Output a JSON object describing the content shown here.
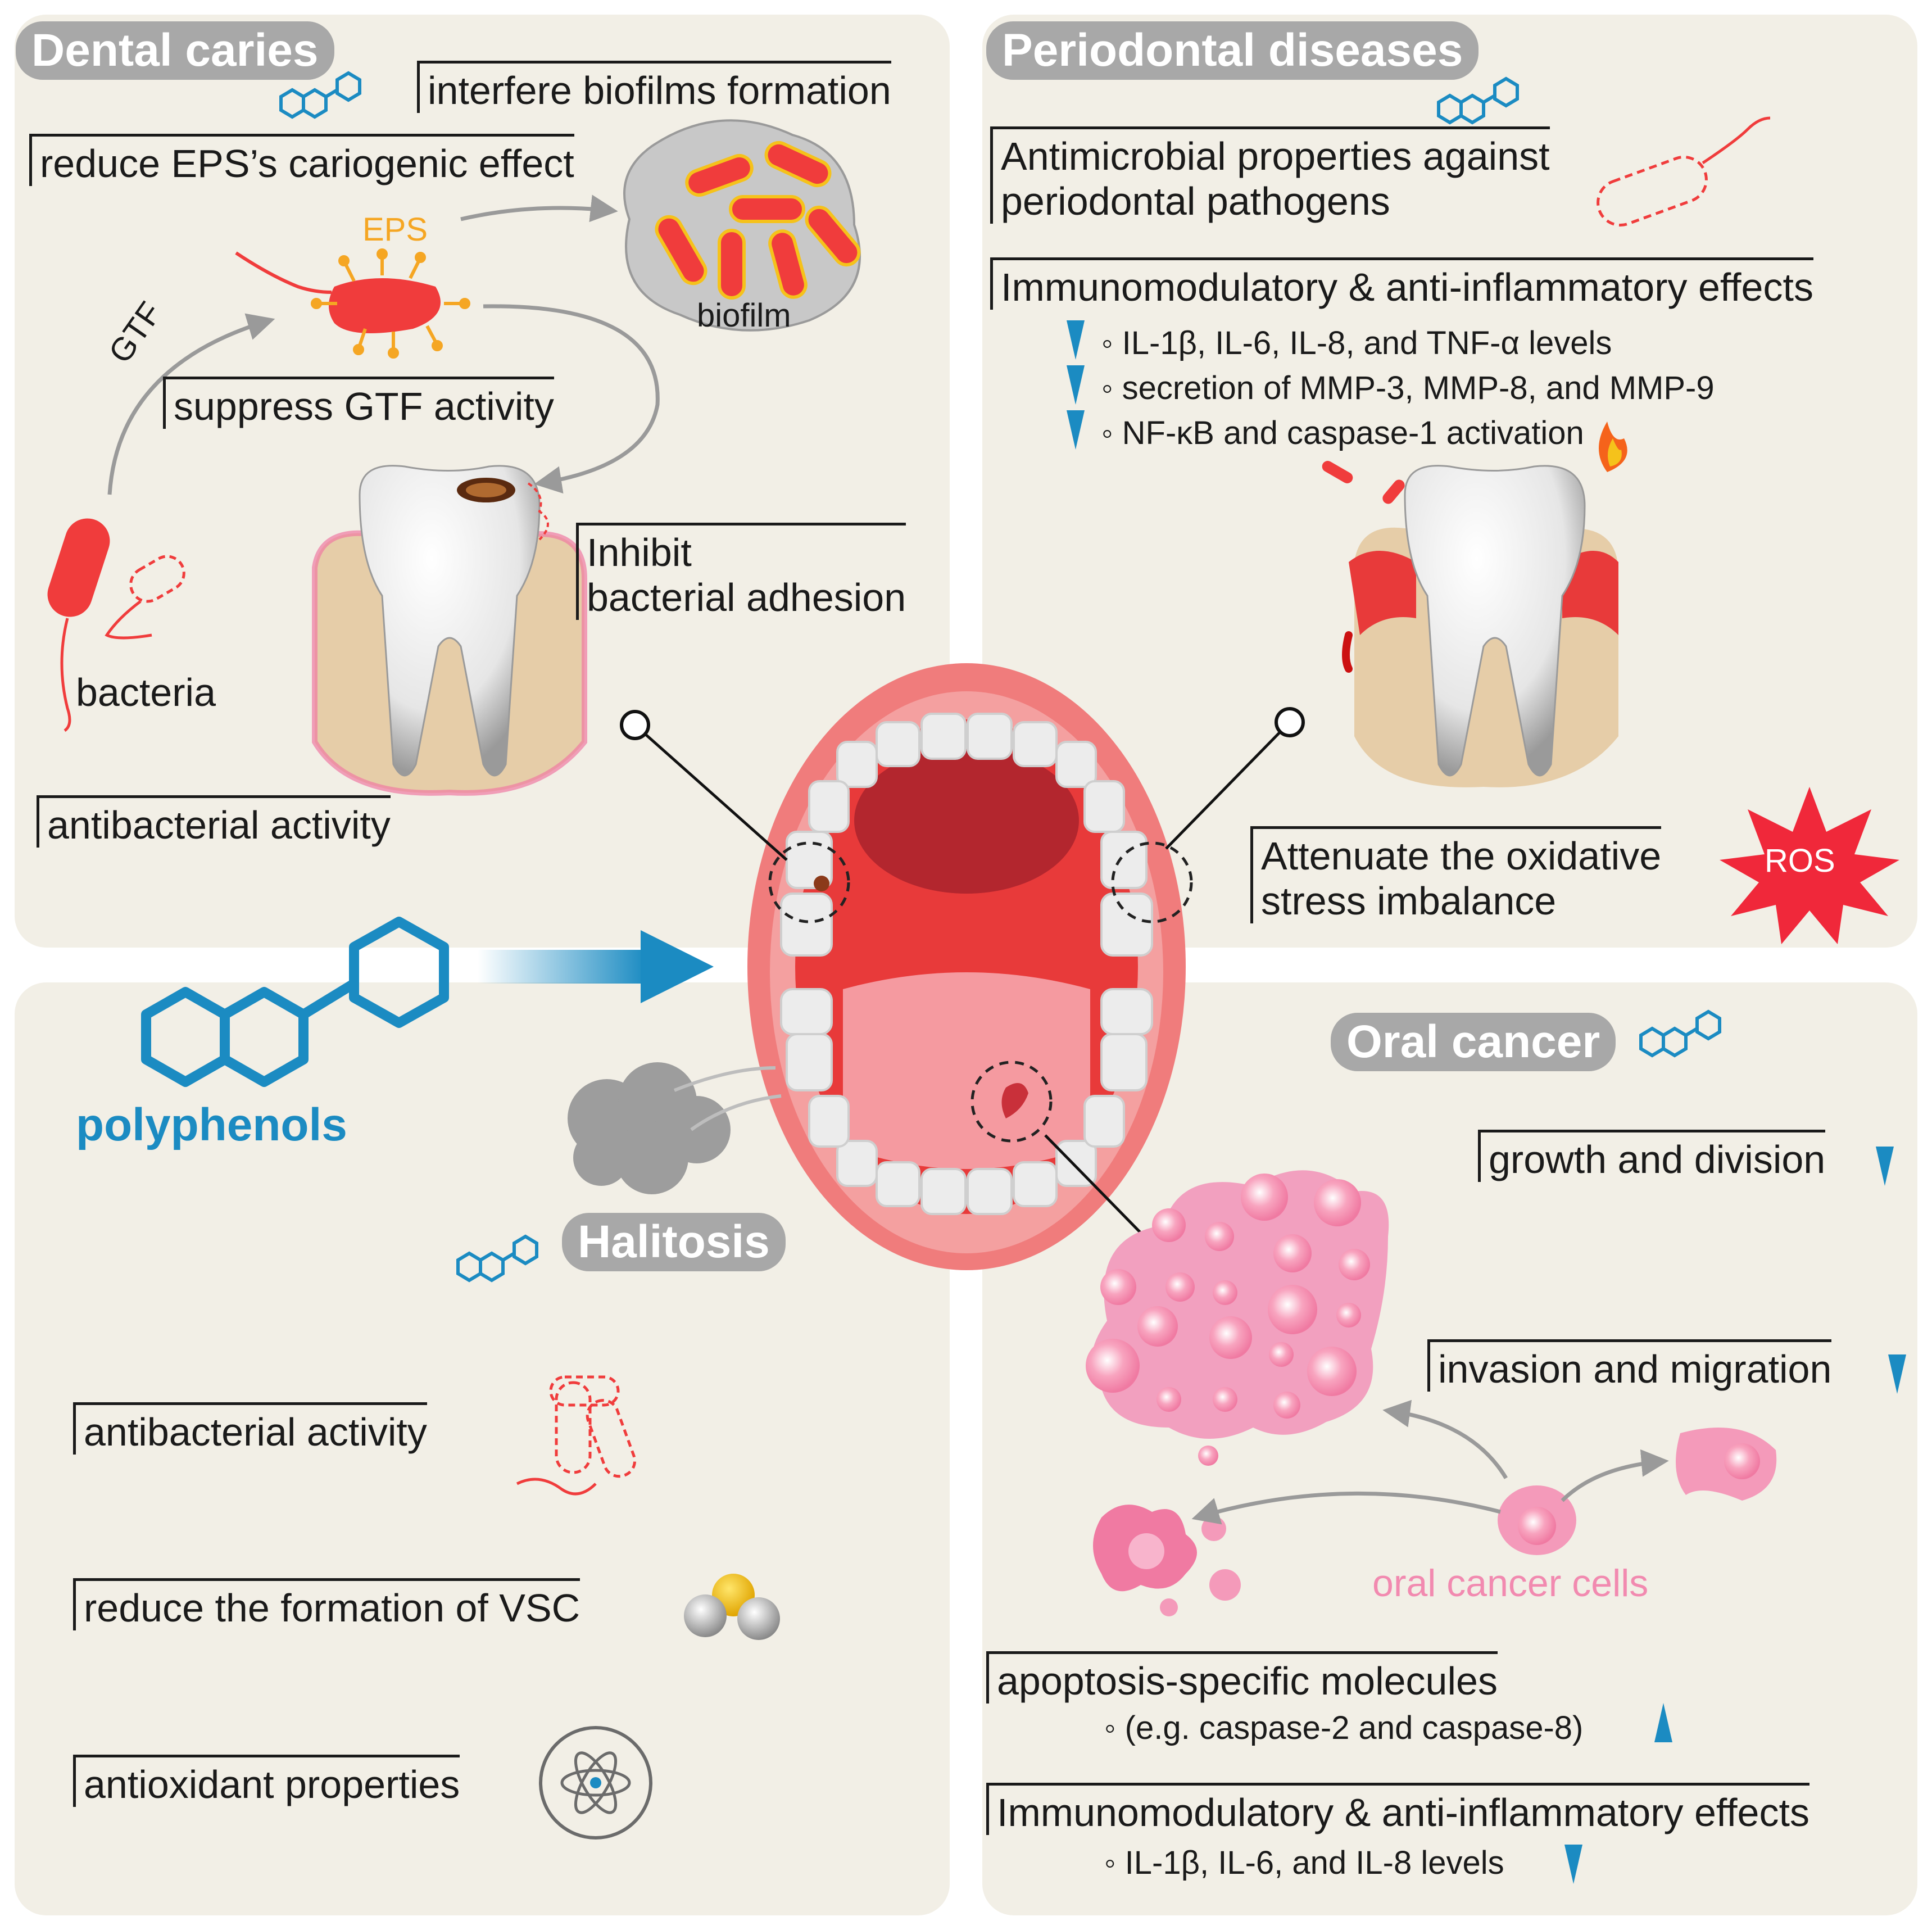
{
  "sections": {
    "caries": {
      "title": "Dental caries",
      "labels": {
        "interfere": "interfere biofilms formation",
        "reduce_eps": "reduce EPS’s cariogenic effect",
        "eps": "EPS",
        "biofilm": "biofilm",
        "gtf": "GTF",
        "suppress_gtf": "suppress GTF activity",
        "inhibit_1": "Inhibit",
        "inhibit_2": "bacterial adhesion",
        "bacteria": "bacteria",
        "antibacterial": "antibacterial activity"
      }
    },
    "periodontal": {
      "title": "Periodontal diseases",
      "labels": {
        "antimicrobial_1": "Antimicrobial properties against",
        "antimicrobial_2": "periodontal pathogens",
        "immuno": "Immunomodulatory & anti-inflammatory effects",
        "bullet_1": "◦ IL-1β, IL-6, IL-8, and TNF-α levels",
        "bullet_2": "◦ secretion of MMP-3, MMP-8, and MMP-9",
        "bullet_3": "◦ NF-κB and caspase-1 activation",
        "oxidative_1": "Attenuate the oxidative",
        "oxidative_2": "stress imbalance",
        "ros": "ROS"
      }
    },
    "center": {
      "polyphenols": "polyphenols"
    },
    "halitosis": {
      "title": "Halitosis",
      "labels": {
        "antibacterial": "antibacterial activity",
        "vsc": "reduce the formation of VSC",
        "antioxidant": "antioxidant properties"
      }
    },
    "oral_cancer": {
      "title": "Oral cancer",
      "labels": {
        "growth": "growth and division",
        "invasion": "invasion and migration",
        "cells": "oral cancer cells",
        "apoptosis": "apoptosis-specific molecules",
        "apoptosis_sub": "◦ (e.g. caspase-2 and caspase-8)",
        "immuno": "Immunomodulatory & anti-inflammatory effects",
        "immuno_sub": "◦ IL-1β, IL-6, and IL-8 levels"
      }
    }
  },
  "colors": {
    "panel_bg": "#f2efe6",
    "pill_bg": "#a8a8a8",
    "accent_blue": "#1b8bc2",
    "bacteria_red": "#f03c3c",
    "cancer_pink": "#f28ab0",
    "eps_orange": "#f5a623"
  },
  "icons": [
    "polyphenol-molecule-icon",
    "down-arrow-icon",
    "up-arrow-icon",
    "atom-icon",
    "ros-star-icon",
    "cloud-icon",
    "tooth-icon",
    "mouth-icon"
  ]
}
